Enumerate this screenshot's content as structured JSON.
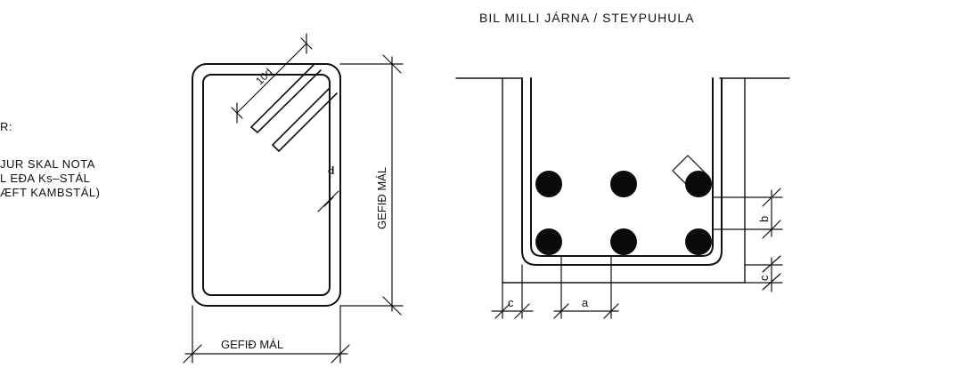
{
  "notes": {
    "heading": "R:",
    "lines": [
      "JUR SKAL NOTA",
      "L EÐA Ks–STÁL",
      "ÆFT KAMBSTÁL)"
    ]
  },
  "stirrup": {
    "hook_length_label": "10d",
    "bar_diameter_label": "d",
    "height_label": "GEFIÐ MÁL",
    "width_label": "GEFIÐ MÁL"
  },
  "section": {
    "title": "BIL MILLI JÁRNA / STEYPUHULA",
    "spacing_label": "a",
    "layer_spacing_label": "b",
    "cover_bottom_label": "c",
    "cover_side_label": "c"
  },
  "colors": {
    "line": "#111111",
    "bar": "#0a0a0a",
    "background": "#ffffff"
  }
}
